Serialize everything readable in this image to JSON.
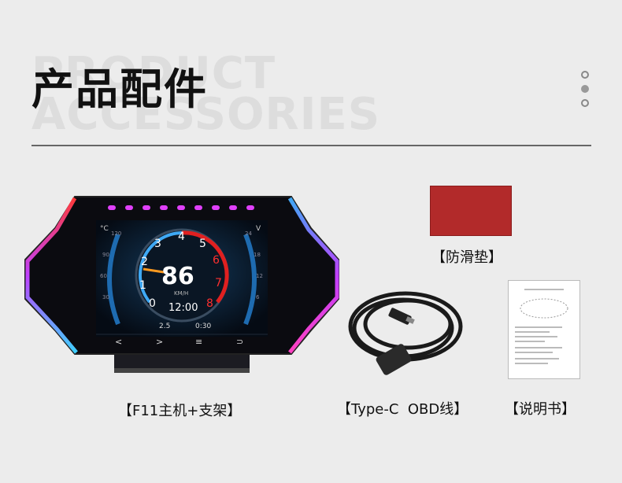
{
  "background_text": {
    "line1": "PRODUCT",
    "line2": "ACCESSORIES"
  },
  "title": "产品配件",
  "pager": {
    "count": 3,
    "active": 1
  },
  "items": {
    "main_unit": {
      "label": "【F11主机+支架】"
    },
    "pad": {
      "label": "【防滑垫】"
    },
    "cable": {
      "label": "【Type-C  OBD线】"
    },
    "manual": {
      "label": "【说明书】"
    }
  },
  "hud_screen": {
    "speed": "86",
    "unit": "KM/H",
    "time": "12:00",
    "left_unit": "°C",
    "right_unit": "V",
    "left_ticks": [
      "120",
      "90",
      "60",
      "30"
    ],
    "right_ticks": [
      "24",
      "18",
      "12",
      "6"
    ],
    "dial_numbers": [
      "0",
      "1",
      "2",
      "3",
      "4",
      "5",
      "6",
      "7",
      "8"
    ],
    "stat1": "2.5",
    "stat2": "0:30",
    "nav": [
      "<",
      ">",
      "≡",
      "⊃"
    ]
  },
  "colors": {
    "pad": "#b22a2a",
    "accent_red": "#e02020",
    "accent_blue": "#3fa9f5",
    "led": "#e040fb"
  }
}
